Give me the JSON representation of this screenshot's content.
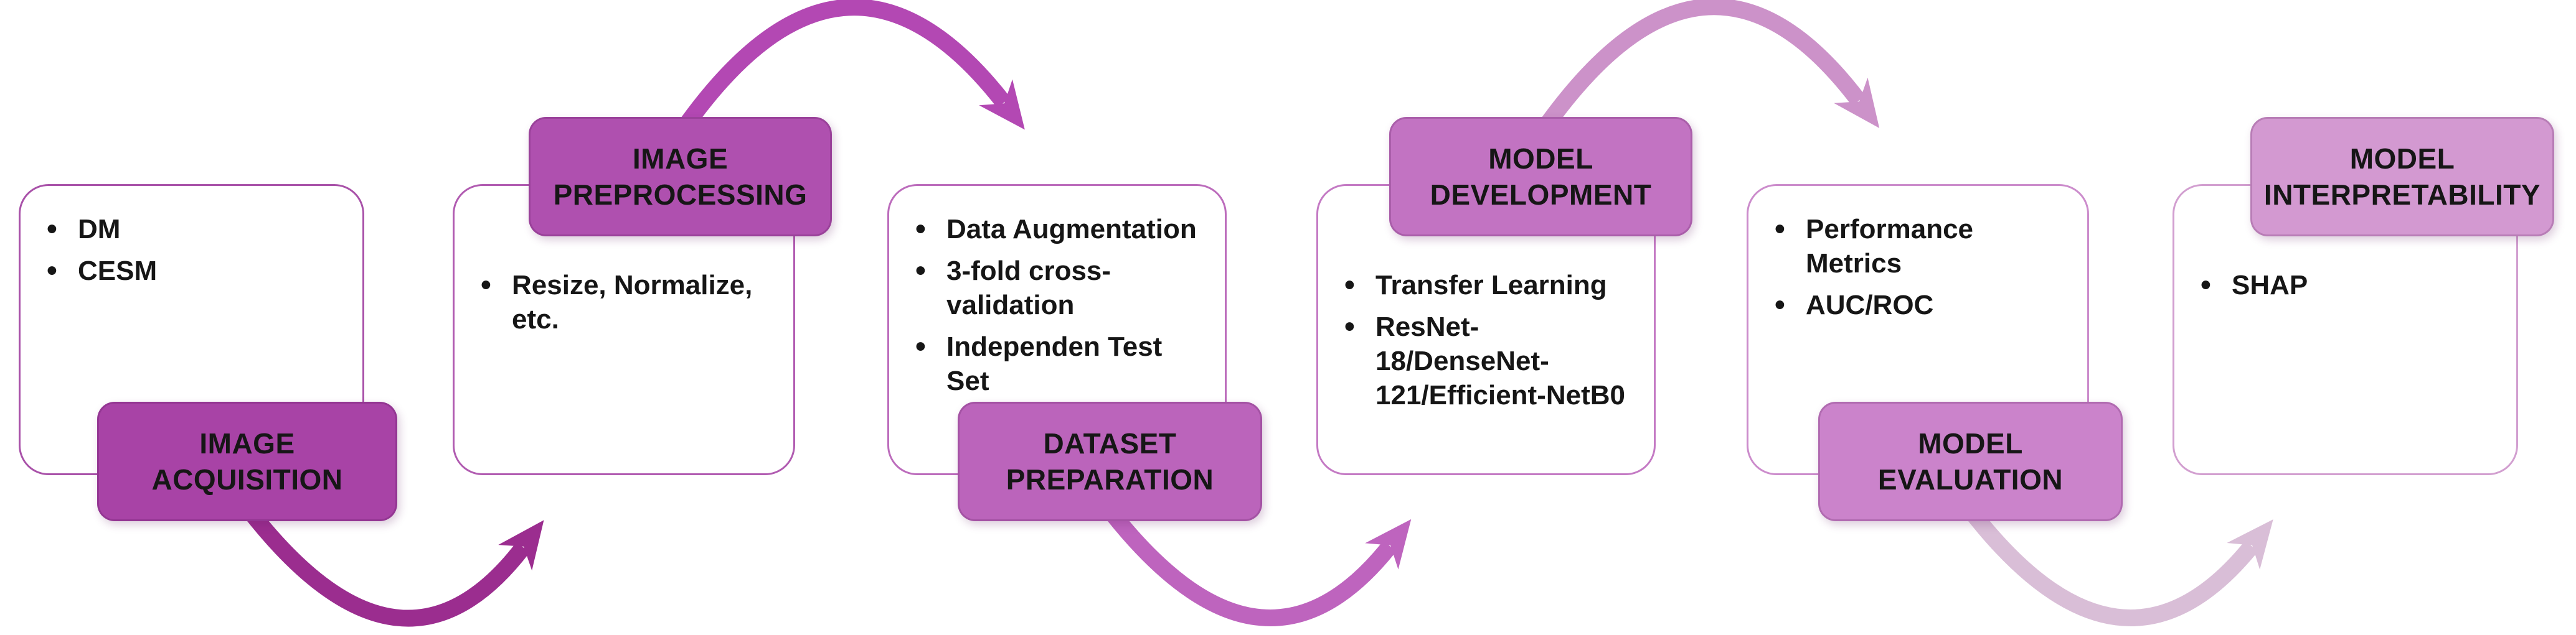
{
  "ui": {
    "bullet_char": "•",
    "ink": "#161616",
    "background": "#FFFFFF"
  },
  "stages": [
    {
      "name": "image-acquisition",
      "title": "IMAGE ACQUISITION",
      "title_lines": [
        "IMAGE",
        "ACQUISITION"
      ],
      "title_color": "#A843A6",
      "card_border": "#A952A9",
      "bullets": [
        {
          "text": "DM",
          "lines": [
            "DM"
          ]
        },
        {
          "text": "CESM",
          "lines": [
            "CESM"
          ]
        }
      ]
    },
    {
      "name": "image-preprocessing",
      "title": "IMAGE PREPROCESSING",
      "title_lines": [
        "IMAGE",
        "PREPROCESSING"
      ],
      "title_color": "#AF50AF",
      "card_border": "#B15CB1",
      "bullets": [
        {
          "text": "Resize, Normalize, etc.",
          "lines": [
            "Resize, Normalize,",
            "etc."
          ]
        }
      ]
    },
    {
      "name": "dataset-preparation",
      "title": "DATASET PREPARATION",
      "title_lines": [
        "DATASET",
        "PREPARATION"
      ],
      "title_color": "#BB64BB",
      "card_border": "#BC6CBC",
      "bullets": [
        {
          "text": "Data Augmentation",
          "lines": [
            "Data Augmentation"
          ]
        },
        {
          "text": "3-fold cross-validation",
          "lines": [
            "3-fold cross-",
            "validation"
          ]
        },
        {
          "text": "Independen Test Set",
          "lines": [
            "Independen Test",
            "Set"
          ]
        }
      ]
    },
    {
      "name": "model-development",
      "title": "MODEL DEVELOPMENT",
      "title_lines": [
        "MODEL",
        "DEVELOPMENT"
      ],
      "title_color": "#C273C2",
      "card_border": "#C47AC4",
      "bullets": [
        {
          "text": "Transfer Learning",
          "lines": [
            "Transfer Learning"
          ]
        },
        {
          "text": "ResNet-18/DenseNet-121/Efficient-NetB0",
          "lines": [
            "ResNet-",
            "18/DenseNet-",
            "121/Efficient-NetB0"
          ]
        }
      ]
    },
    {
      "name": "model-evaluation",
      "title": "MODEL EVALUATION",
      "title_lines": [
        "MODEL",
        "EVALUATION"
      ],
      "title_color": "#CB83CB",
      "card_border": "#CC8CCC",
      "bullets": [
        {
          "text": "Performance Metrics",
          "lines": [
            "Performance",
            "Metrics"
          ]
        },
        {
          "text": "AUC/ROC",
          "lines": [
            "AUC/ROC"
          ]
        }
      ]
    },
    {
      "name": "model-interpretability",
      "title": "MODEL INTERPRETABILITY",
      "title_lines": [
        "MODEL",
        "INTERPRETABILITY"
      ],
      "title_color": "#D399D1",
      "card_border": "#D29FD0",
      "bullets": [
        {
          "text": "SHAP",
          "lines": [
            "SHAP"
          ]
        }
      ]
    }
  ],
  "arrows": [
    {
      "name": "image-acquisition-to-image-preprocessing",
      "color": "#9B2D8F"
    },
    {
      "name": "image-preprocessing-to-dataset-preparation",
      "color": "#B348B3"
    },
    {
      "name": "dataset-preparation-to-model-development",
      "color": "#BE64BE"
    },
    {
      "name": "model-development-to-model-evaluation",
      "color": "#CC92C9"
    },
    {
      "name": "model-evaluation-to-model-interpretability",
      "color": "#D9BED7"
    }
  ]
}
